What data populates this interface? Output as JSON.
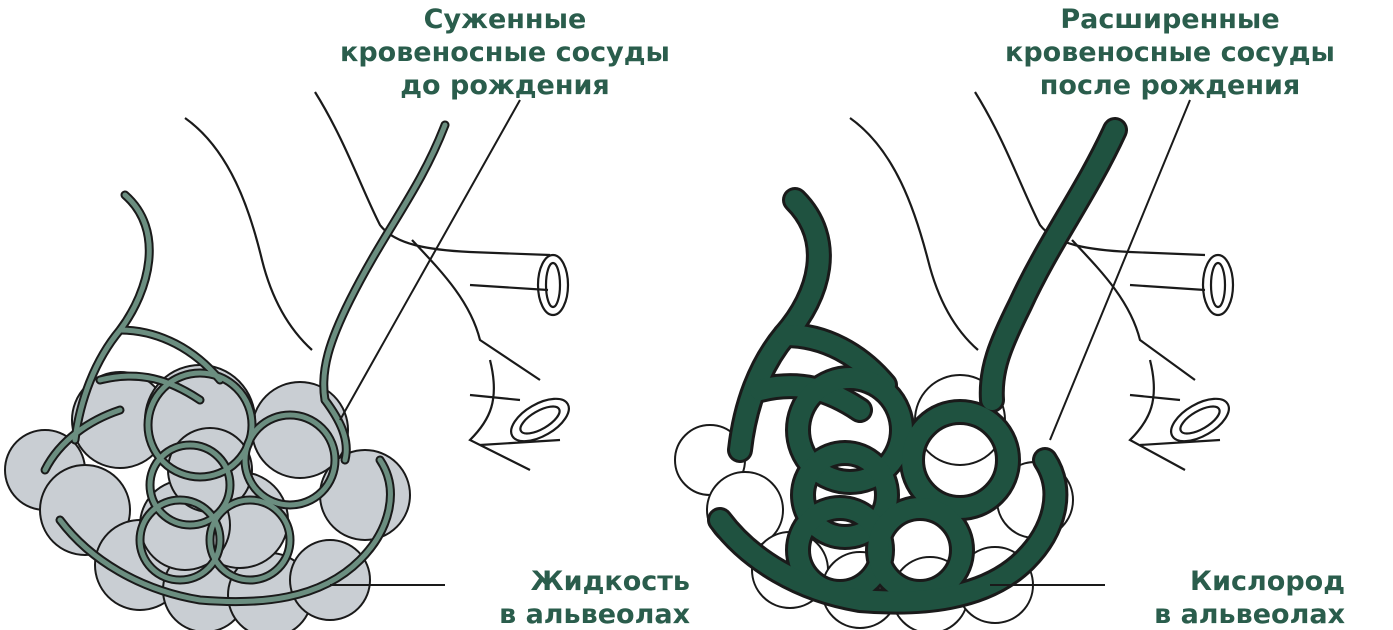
{
  "labels": {
    "narrow_vessels": [
      "Суженные",
      "кровеносные сосуды",
      "до рождения"
    ],
    "wide_vessels": [
      "Расширенные",
      "кровеносные сосуды",
      "после рождения"
    ],
    "fluid": [
      "Жидкость",
      "в альвеолах"
    ],
    "oxygen": [
      "Кислород",
      "в альвеолах"
    ]
  },
  "colors": {
    "text": "#2a5d4c",
    "vessel_narrow": "#6b8e80",
    "vessel_wide": "#1f5240",
    "alveolus_fluid": "#c9ced3",
    "alveolus_air": "#ffffff",
    "outline": "#1a1a1a"
  }
}
